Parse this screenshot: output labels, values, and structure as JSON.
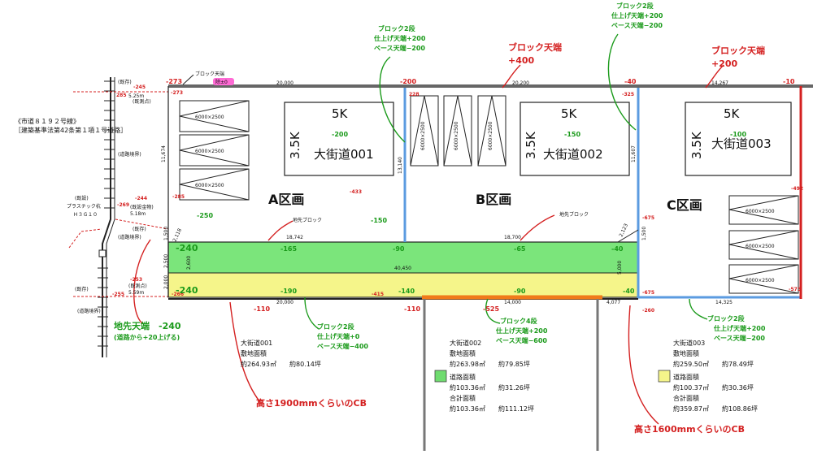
{
  "road": {
    "name_lines": [
      "《市道８１９２号線》",
      "［建築基準法第42条第１項１号道路］"
    ],
    "width_label_1": "5.25m",
    "width_label_2": "5.18m",
    "width_label_3": "5.59m",
    "tag_1": "(既存)",
    "tag_2": "(既存)",
    "tag_3": "(既存)",
    "boundary_1": "(道路境界)",
    "boundary_2": "(道路境界)",
    "boundary_3": "(道路境界)",
    "pole_lines": [
      "(既設)",
      "プラスチック杭",
      "Ｈ３Ｇ１０"
    ],
    "boundary_sub": "(既設金物)",
    "edge_note_1": "(既測点)",
    "edge_note_2": "(既測点)"
  },
  "levels": {
    "top_left": "-273",
    "top_left_small": "-273",
    "lv_245": "-245",
    "lv_285": "285",
    "lv_244": "-244",
    "lv_269": "-269",
    "lv_253": "-253",
    "lv_255": "-255",
    "lv_200": "-200",
    "lv_228": "228",
    "lv_40": "-40",
    "lv_325": "-325",
    "lv_10": "-10",
    "lv_433": "-433",
    "lv_492": "-492",
    "lv_675a": "-675",
    "lv_675b": "-675",
    "lv_573": "-573",
    "lv_285b": "-285",
    "lv_415": "-415",
    "lv_110a": "-110",
    "lv_110b": "-110",
    "lv_260": "-260",
    "lv_266": "-266"
  },
  "annotations": {
    "block_top_left": "ブロック天端",
    "block_top_left_val": "除±0",
    "blk2_b_lines": [
      "ブロック2段",
      "仕上げ天端+200",
      "ベース天端−200"
    ],
    "blk2_c_lines": [
      "ブロック2段",
      "仕上げ天端+200",
      "ベース天端−200"
    ],
    "blk_top_400_lines": [
      "ブロック天端",
      "+400"
    ],
    "blk_top_200_lines": [
      "ブロック天端",
      "+200"
    ],
    "jisaki_a": "地先ブロック",
    "jisaki_b": "地先ブロック",
    "jisaki_left_lines": [
      "地先天端　-240",
      "(道路から+20上げる)"
    ],
    "blk2_bottom_lines": [
      "ブロック2段",
      "仕上げ天端+0",
      "ベース天端−400"
    ],
    "blk4_lines": [
      "ブロック4段",
      "仕上げ天端+200",
      "ベース天端−600"
    ],
    "blk2_bottom_c_lines": [
      "ブロック2段",
      "仕上げ天端+200",
      "ベース天端−200"
    ],
    "cb_1900": "高さ1900mmくらいのCB",
    "cb_1600": "高さ1600mmくらいのCB"
  },
  "dims": {
    "d20000a": "20,000",
    "d20000b": "20,200",
    "d14267": "14,267",
    "d11674": "11,674",
    "d13140": "13,140",
    "d11607": "11,607",
    "d18742": "18,742",
    "d18700": "18,700",
    "d40450": "40,450",
    "d20000c": "20,000",
    "d14000": "14,000",
    "d4077": "4,077",
    "d14325": "14,325",
    "d2118": "2,118",
    "d2123": "2,123",
    "d1500a": "1,500",
    "d1500b": "1,500",
    "d2500": "2,500",
    "d2600": "2,600",
    "d5000": "5,000",
    "d2000": "2,000"
  },
  "parking_label": "6000×2500",
  "blocks": {
    "a": {
      "zone": "A区画",
      "size_w": "5K",
      "size_h": "3.5K",
      "name": "大街道001",
      "level": "-200",
      "ground_level": "-250",
      "side_level": "-150",
      "strip_left": "-240",
      "strip_mid": "-165",
      "strip_left2": "-240",
      "strip_mid2": "-190"
    },
    "b": {
      "zone": "B区画",
      "size_w": "5K",
      "size_h": "3.5K",
      "name": "大街道002",
      "level": "-150",
      "strip_1": "-90",
      "strip_2": "-65",
      "strip_3": "-140",
      "strip_4": "-90",
      "strip_5": "-525"
    },
    "c": {
      "zone": "C区画",
      "size_w": "5K",
      "size_h": "3.5K",
      "name": "大街道003",
      "level": "-100",
      "strip_r1": "-40",
      "strip_r2": "-40"
    }
  },
  "areas": {
    "a": {
      "title": "大街道001",
      "label_1": "敷地面積",
      "value_1": "約264.93㎡　　約80.14坪"
    },
    "b": {
      "title": "大街道002",
      "label_1": "敷地面積",
      "value_1": "約263.98㎡　　約79.85坪",
      "label_2": "道路面積",
      "value_2": "約103.36㎡　　約31.26坪",
      "label_3": "合計面積",
      "value_3": "約103.36㎡　　約111.12坪",
      "swatch": "#6fdc6f"
    },
    "c": {
      "title": "大街道003",
      "label_1": "敷地面積",
      "value_1": "約259.50㎡　　約78.49坪",
      "label_2": "道路面積",
      "value_2": "約100.37㎡　　約30.36坪",
      "label_3": "合計面積",
      "value_3": "約359.87㎡　　約108.86坪",
      "swatch": "#f5f58a"
    }
  },
  "colors": {
    "green_strip": "#7be57b",
    "yellow_strip": "#f5f58a",
    "blue_line": "#5b9be0",
    "orange_line": "#f07a1a",
    "red": "#d42020",
    "green_text": "#1a9a1a"
  }
}
